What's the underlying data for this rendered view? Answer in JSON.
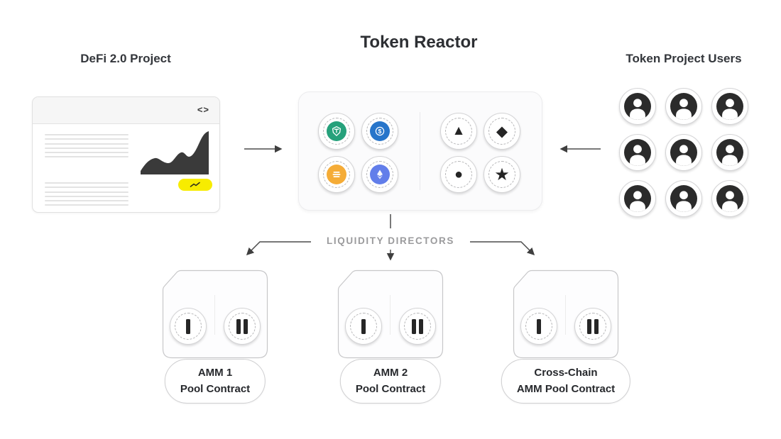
{
  "title": "Token Reactor",
  "defi_panel": {
    "title": "DeFi 2.0 Project",
    "code_icon": "<>"
  },
  "users_panel": {
    "title": "Token Project Users",
    "user_count": 9
  },
  "reactor": {
    "tokens": [
      {
        "name": "usdt",
        "color": "#26A17B"
      },
      {
        "name": "usdc",
        "color": "#2775CA"
      },
      {
        "name": "dai",
        "color": "#F5AC37"
      },
      {
        "name": "eth",
        "color": "#627EEA"
      }
    ],
    "shapes": [
      {
        "name": "triangle",
        "glyph": "▲"
      },
      {
        "name": "diamond",
        "glyph": "◆"
      },
      {
        "name": "circle",
        "glyph": "●"
      },
      {
        "name": "star",
        "glyph": "★"
      }
    ]
  },
  "liquidity_label": "LIQUIDITY DIRECTORS",
  "contracts": [
    {
      "line1": "AMM 1",
      "line2": "Pool Contract",
      "ports": [
        1,
        2
      ]
    },
    {
      "line1": "AMM 2",
      "line2": "Pool Contract",
      "ports": [
        1,
        2
      ]
    },
    {
      "line1": "Cross-Chain",
      "line2": "AMM Pool Contract",
      "ports": [
        1,
        2
      ]
    }
  ],
  "colors": {
    "accent_yellow": "#F7EC00",
    "dark_shape": "#262626",
    "muted_label": "#9b9b9d"
  }
}
